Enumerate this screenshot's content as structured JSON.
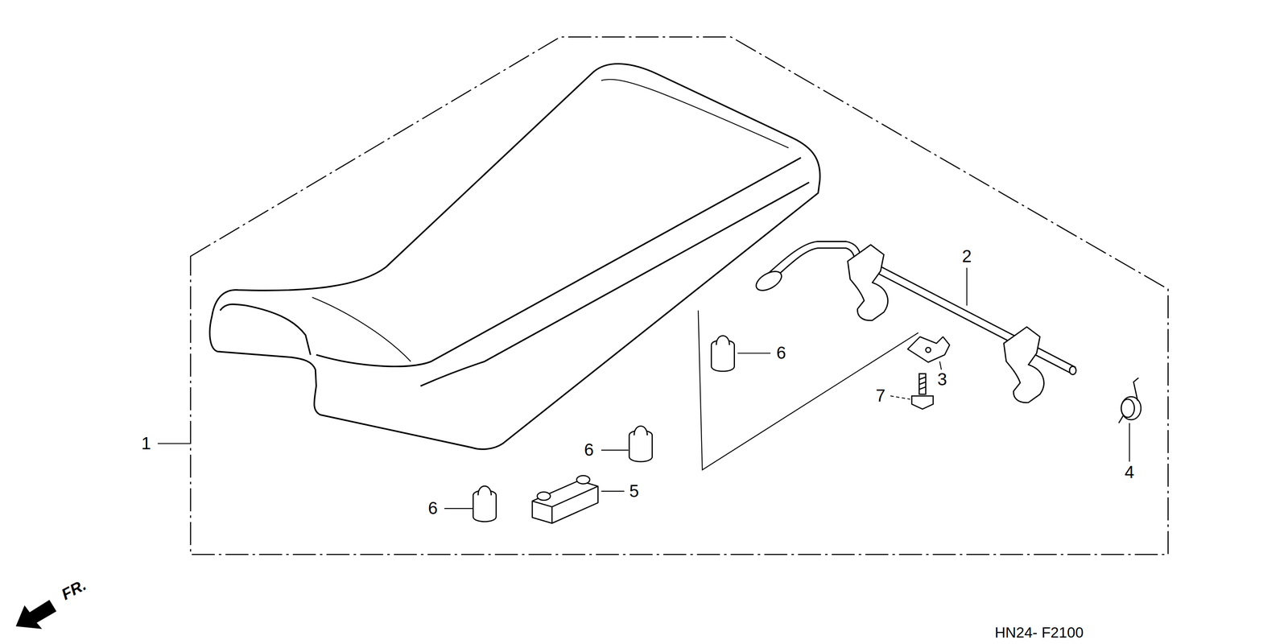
{
  "diagram": {
    "labels": [
      "2",
      "6",
      "3",
      "7",
      "1",
      "6",
      "5",
      "4",
      "6",
      "FR.",
      "HN24- F2100"
    ]
  }
}
